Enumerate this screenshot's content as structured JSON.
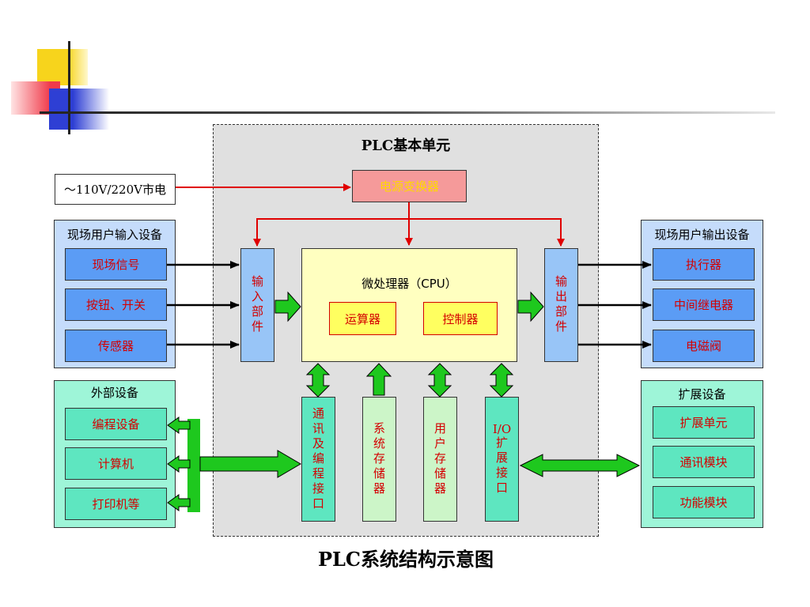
{
  "colors": {
    "deco_yellow": "#f7d41c",
    "deco_red": "#f03a4a",
    "deco_blue": "#2e3fd4",
    "blue_panel": "#c5dcfb",
    "blue_box": "#5b9cf5",
    "green_panel": "#9ef5d8",
    "green_box": "#5ee6c0",
    "light_green_box": "#ccf5c8",
    "pink_box": "#f59a9a",
    "cpu_fill": "#ffffc0",
    "alu_fill": "#ffff60",
    "red_text": "#d40000",
    "red_arrow": "#e00000",
    "green_arrow": "#1ec81e",
    "gray_area": "#e0e0e0"
  },
  "title_plc_unit": "PLC基本单元",
  "power_input": "～110V/220V市电",
  "power_converter": "电源变换器",
  "input_panel": {
    "title": "现场用户输入设备",
    "items": [
      "现场信号",
      "按钮、开关",
      "传感器"
    ]
  },
  "output_panel": {
    "title": "现场用户输出设备",
    "items": [
      "执行器",
      "中间继电器",
      "电磁阀"
    ]
  },
  "external_panel": {
    "title": "外部设备",
    "items": [
      "编程设备",
      "计算机",
      "打印机等"
    ]
  },
  "expansion_panel": {
    "title": "扩展设备",
    "items": [
      "扩展单元",
      "通讯模块",
      "功能模块"
    ]
  },
  "input_unit": "输入部件",
  "output_unit": "输出部件",
  "cpu": {
    "label": "微处理器（CPU）",
    "alu": "运算器",
    "controller": "控制器"
  },
  "bottom_modules": [
    "通讯及编程接口",
    "系统存储器",
    "用户存储器"
  ],
  "io_expansion": {
    "top": "I/O",
    "bottom": "扩展接口"
  },
  "diagram_title": "PLC系统结构示意图"
}
